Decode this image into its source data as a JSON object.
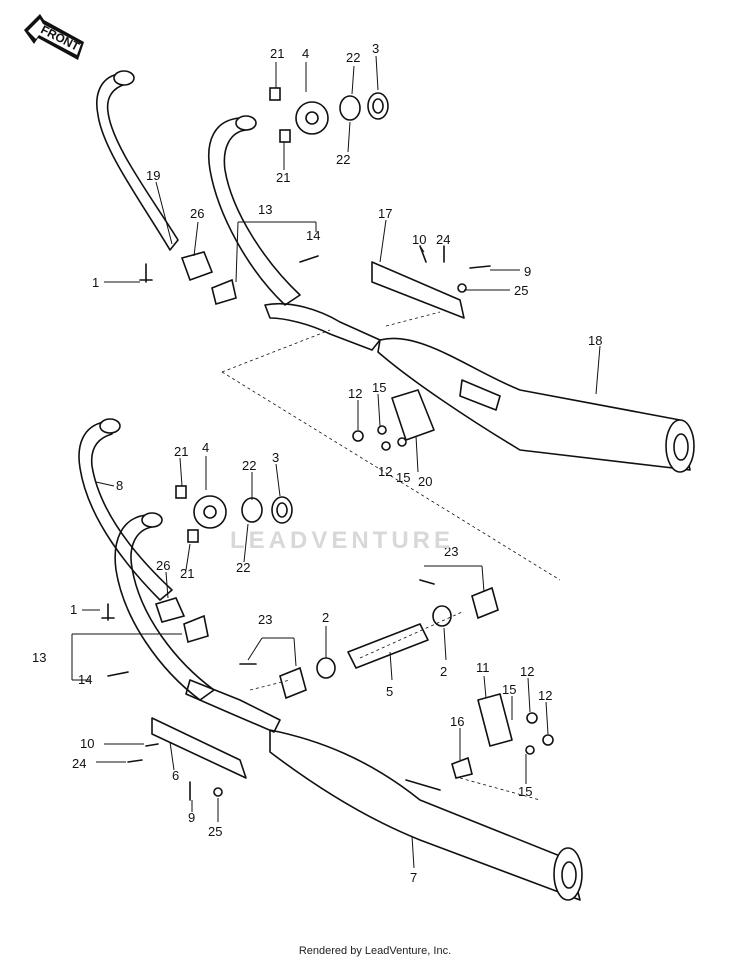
{
  "front_arrow": {
    "label": "FRONT"
  },
  "watermark": "LEADVENTURE",
  "footer": "Rendered by LeadVenture, Inc.",
  "callouts_upper": [
    "21",
    "4",
    "22",
    "3",
    "22",
    "21",
    "19",
    "26",
    "13",
    "14",
    "17",
    "10",
    "24",
    "9",
    "25",
    "1",
    "18",
    "12",
    "15",
    "12",
    "15",
    "20"
  ],
  "callouts_lower": [
    "21",
    "4",
    "22",
    "3",
    "8",
    "22",
    "21",
    "26",
    "1",
    "23",
    "13",
    "14",
    "23",
    "2",
    "2",
    "5",
    "11",
    "12",
    "15",
    "12",
    "10",
    "24",
    "6",
    "16",
    "15",
    "9",
    "25",
    "7"
  ]
}
